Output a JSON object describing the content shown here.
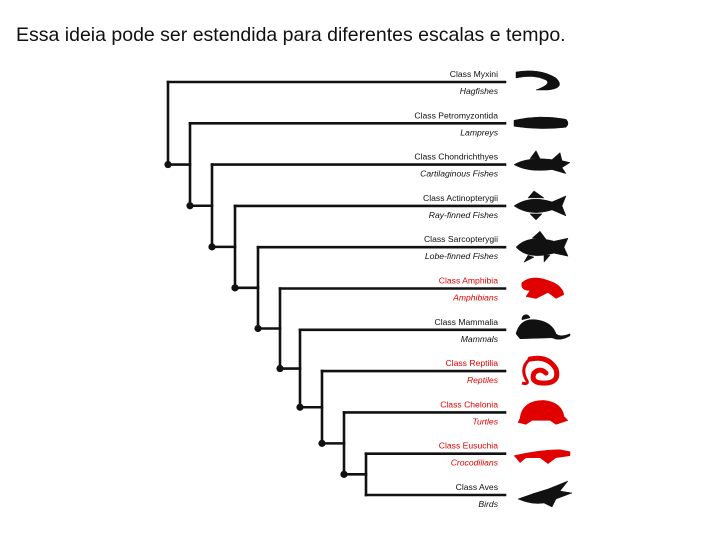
{
  "slide": {
    "title": "Essa ideia pode ser estendida para diferentes escalas e tempo."
  },
  "colors": {
    "black": "#111111",
    "red": "#e00000",
    "background": "#ffffff"
  },
  "taxa": [
    {
      "class_name": "Class Myxini",
      "common_name": "Hagfishes",
      "color": "black",
      "icon": "hagfish-icon"
    },
    {
      "class_name": "Class Petromyzontida",
      "common_name": "Lampreys",
      "color": "black",
      "icon": "lamprey-icon"
    },
    {
      "class_name": "Class Chondrichthyes",
      "common_name": "Cartilaginous Fishes",
      "color": "black",
      "icon": "shark-icon"
    },
    {
      "class_name": "Class Actinopterygii",
      "common_name": "Ray-finned Fishes",
      "color": "black",
      "icon": "ray-finned-fish-icon"
    },
    {
      "class_name": "Class Sarcopterygii",
      "common_name": "Lobe-finned Fishes",
      "color": "black",
      "icon": "lobe-finned-fish-icon"
    },
    {
      "class_name": "Class Amphibia",
      "common_name": "Amphibians",
      "color": "red",
      "icon": "frog-icon"
    },
    {
      "class_name": "Class Mammalia",
      "common_name": "Mammals",
      "color": "black",
      "icon": "mouse-icon"
    },
    {
      "class_name": "Class Reptilia",
      "common_name": "Reptiles",
      "color": "red",
      "icon": "snake-icon"
    },
    {
      "class_name": "Class Chelonia",
      "common_name": "Turtles",
      "color": "red",
      "icon": "turtle-icon"
    },
    {
      "class_name": "Class Eusuchia",
      "common_name": "Crocodilians",
      "color": "red",
      "icon": "crocodile-icon"
    },
    {
      "class_name": "Class Aves",
      "common_name": "Birds",
      "color": "black",
      "icon": "bird-icon"
    }
  ]
}
